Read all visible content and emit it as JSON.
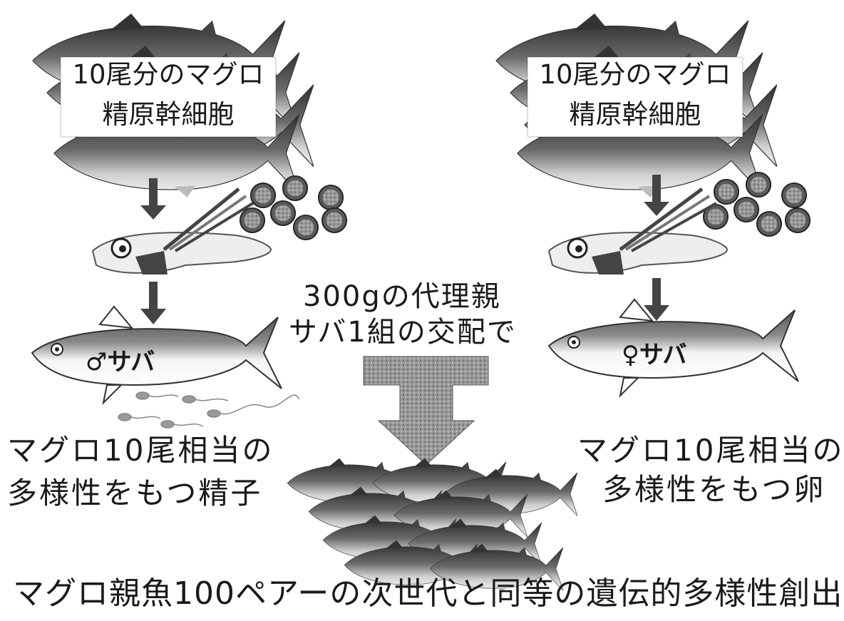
{
  "left": {
    "source_line1": "10尾分のマグロ",
    "source_line2": "精原幹細胞",
    "host_label": "♂サバ",
    "result_line1": "マグロ10尾相当の",
    "result_line2": "多様性をもつ精子"
  },
  "right": {
    "source_line1": "10尾分のマグロ",
    "source_line2": "精原幹細胞",
    "host_label": "♀サバ",
    "result_line1": "マグロ10尾相当の",
    "result_line2": "多様性をもつ卵"
  },
  "center": {
    "line1": "300gの代理親",
    "line2": "サバ1組の交配で"
  },
  "bottom_caption": "マグロ親魚100ペアーの次世代と同等の遺伝的多様性創出"
}
